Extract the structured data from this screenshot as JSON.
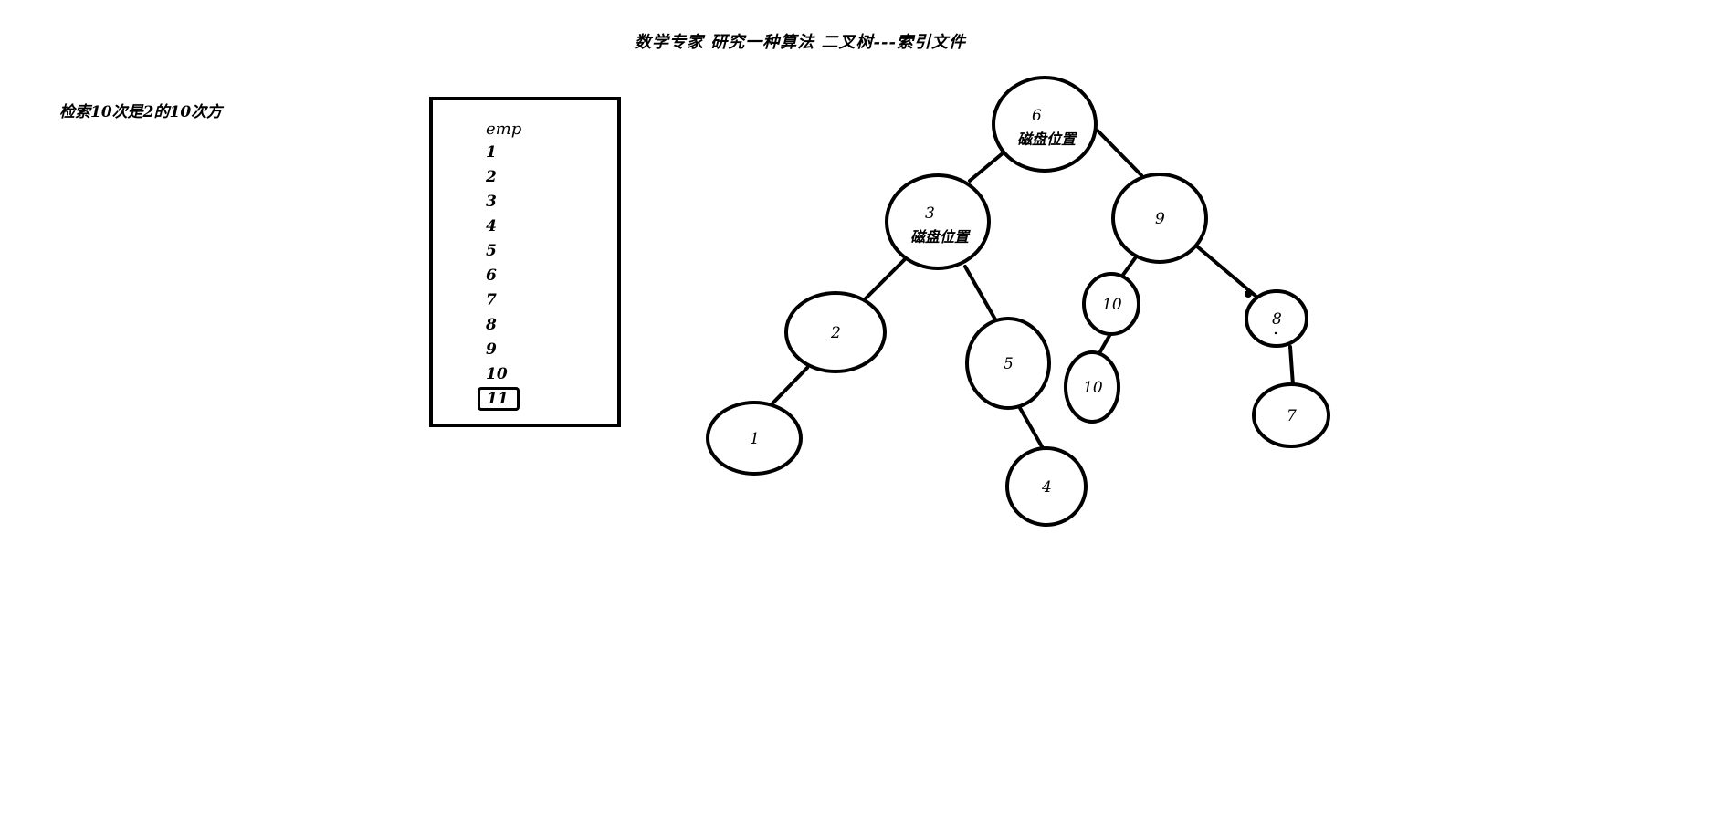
{
  "title": "数学专家 研究一种算法 二叉树---索引文件",
  "note": "检索10次是2的10次方",
  "emp_table": {
    "header": "emp",
    "rows": [
      "1",
      "2",
      "3",
      "4",
      "5",
      "6",
      "7",
      "8",
      "9",
      "10",
      "11"
    ],
    "highlighted_row": "11"
  },
  "tree": {
    "nodes": [
      {
        "id": "n6",
        "value": "6",
        "sub": "磁盘位置"
      },
      {
        "id": "n3",
        "value": "3",
        "sub": "磁盘位置"
      },
      {
        "id": "n9",
        "value": "9",
        "sub": ""
      },
      {
        "id": "n2",
        "value": "2",
        "sub": ""
      },
      {
        "id": "n5",
        "value": "5",
        "sub": ""
      },
      {
        "id": "n10a",
        "value": "10",
        "sub": ""
      },
      {
        "id": "n8",
        "value": "8",
        "sub": ""
      },
      {
        "id": "n1",
        "value": "1",
        "sub": ""
      },
      {
        "id": "n4",
        "value": "4",
        "sub": ""
      },
      {
        "id": "n10b",
        "value": "10",
        "sub": ""
      },
      {
        "id": "n7",
        "value": "7",
        "sub": ""
      }
    ],
    "edges": [
      [
        "n6",
        "n3"
      ],
      [
        "n6",
        "n9"
      ],
      [
        "n3",
        "n2"
      ],
      [
        "n3",
        "n5"
      ],
      [
        "n9",
        "n10a"
      ],
      [
        "n9",
        "n8"
      ],
      [
        "n2",
        "n1"
      ],
      [
        "n5",
        "n4"
      ],
      [
        "n10a",
        "n10b"
      ],
      [
        "n8",
        "n7"
      ]
    ]
  }
}
